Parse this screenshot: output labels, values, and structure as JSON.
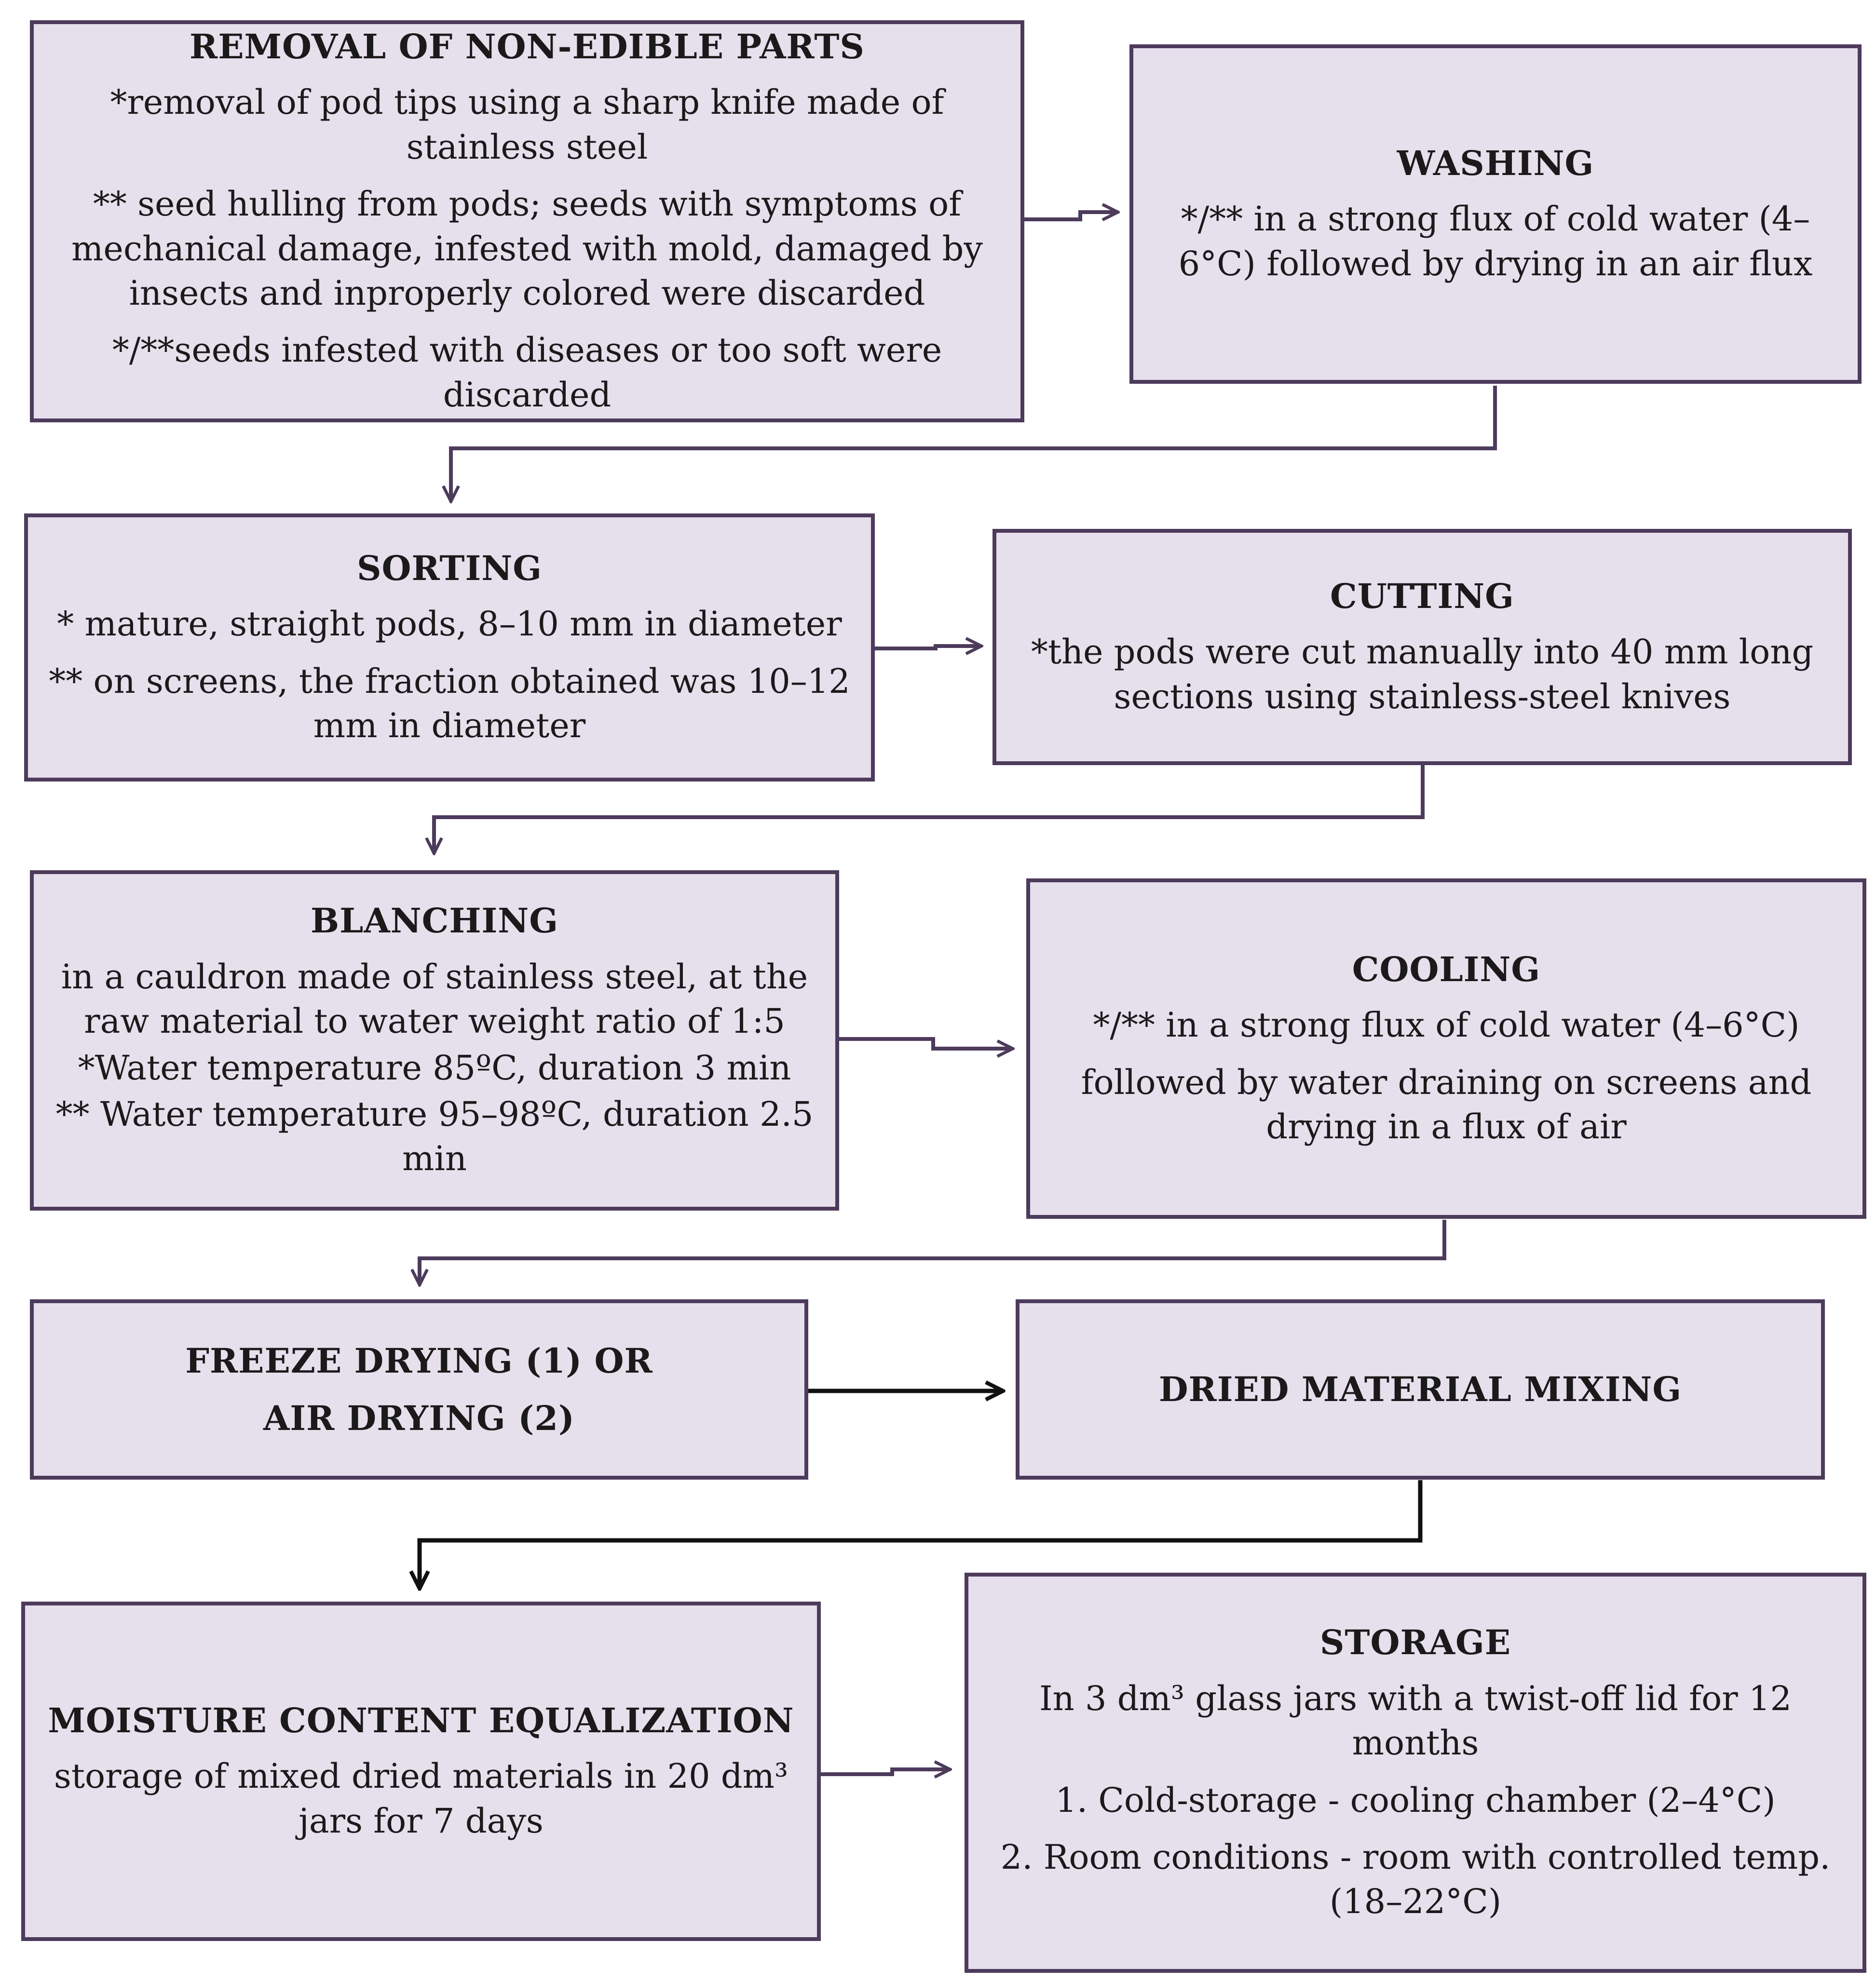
{
  "colors": {
    "box_fill": "#e6dfec",
    "box_border": "#4d3b5c",
    "connector": "#4d3b5c",
    "connector_dark": "#111111"
  },
  "boxes": {
    "removal": {
      "title": "REMOVAL OF NON-EDIBLE PARTS",
      "lines": [
        "*removal of pod tips using a sharp knife made of stainless steel",
        "** seed hulling from pods; seeds with symptoms of mechanical damage, infested with mold, damaged by insects and inproperly colored were discarded",
        "*/**seeds infested with diseases or too soft were discarded"
      ]
    },
    "washing": {
      "title": "WASHING",
      "lines": [
        "*/** in a strong flux of cold water (4–6°C) followed by drying in an air flux"
      ]
    },
    "sorting": {
      "title": "SORTING",
      "lines": [
        "* mature, straight pods, 8–10 mm in diameter",
        "** on screens, the fraction obtained was 10–12 mm in diameter"
      ]
    },
    "cutting": {
      "title": "CUTTING",
      "lines": [
        "*the pods were cut manually into 40 mm long sections using stainless-steel knives"
      ]
    },
    "blanching": {
      "title": "BLANCHING",
      "lines": [
        "in a cauldron made of stainless steel, at the raw material to water weight ratio of 1:5",
        "*Water temperature 85ºC, duration 3 min",
        "** Water temperature 95–98ºC, duration 2.5 min"
      ]
    },
    "cooling": {
      "title": "COOLING",
      "lines": [
        "*/** in a strong flux of cold water (4–6°C)",
        "followed by water draining on screens and drying in a flux of air"
      ]
    },
    "drying": {
      "title_1": "FREEZE DRYING (1) OR",
      "title_2": "AIR DRYING (2)"
    },
    "mixing": {
      "title": "DRIED MATERIAL MIXING"
    },
    "equalization": {
      "title": "MOISTURE CONTENT EQUALIZATION",
      "lines": [
        "storage of mixed dried materials in 20 dm³ jars for 7 days"
      ]
    },
    "storage": {
      "title": "STORAGE",
      "lines": [
        "In 3 dm³ glass jars with a twist-off lid for 12 months",
        "1. Cold-storage - cooling chamber (2–4°C)",
        "2. Room conditions - room with controlled temp. (18–22°C)"
      ]
    }
  }
}
